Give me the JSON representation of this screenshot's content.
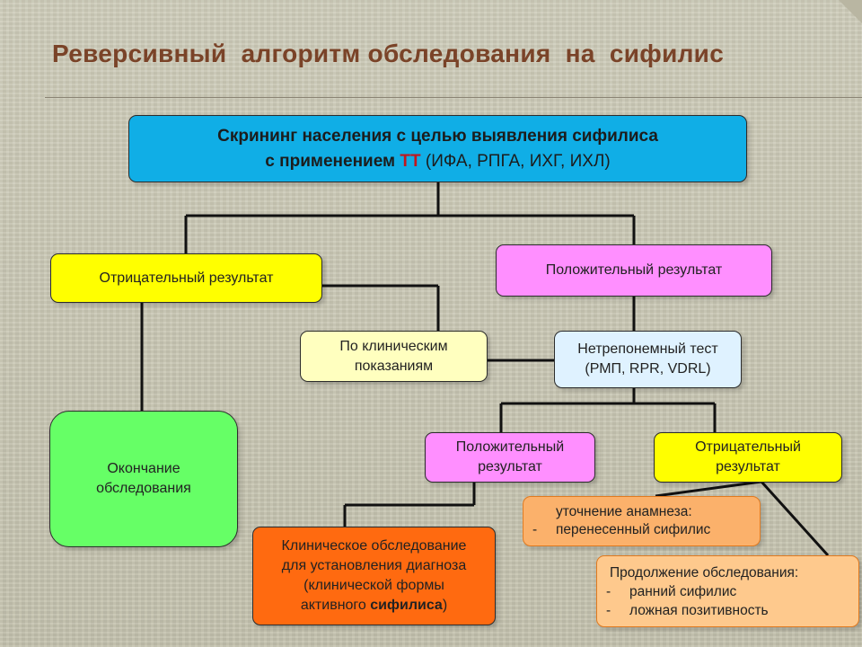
{
  "title": "Реверсивный  алгоритм обследования  на  сифилис",
  "nodes": {
    "screening": {
      "line1": "Скрининг  населения с целью выявления сифилиса",
      "line2_prefix": "с  применением ",
      "line2_tt": "ТТ",
      "line2_suffix": " (ИФА, РПГА, ИХГ, ИХЛ)"
    },
    "negative_result": "Отрицательный результат",
    "positive_result": "Положительный результат",
    "clinical_indications": {
      "line1": "По клиническим",
      "line2": "показаниям"
    },
    "nontreponemal_test": {
      "line1": "Нетрепонемный тест",
      "line2": "(РМП, RPR, VDRL)"
    },
    "end_exam": {
      "line1": "Окончание",
      "line2": "обследования"
    },
    "positive_result_2": {
      "line1": "Положительный",
      "line2": "результат"
    },
    "negative_result_2": {
      "line1": "Отрицательный",
      "line2": "результат"
    },
    "anamnesis": {
      "line1": "уточнение анамнеза:",
      "bullet": "-",
      "item1": "перенесенный сифилис"
    },
    "clinical_exam": {
      "line1": "Клиническое обследование",
      "line2": "для  установления диагноза",
      "line3": "(клинической формы",
      "line4_prefix": "активного ",
      "line4_bold": "сифилиса",
      "line4_suffix": ")"
    },
    "continue_exam": {
      "line1": "Продолжение обследования:",
      "bullet": "-",
      "item1": "ранний сифилис",
      "item2": "ложная позитивность"
    }
  },
  "colors": {
    "title": "#7a4328",
    "screening": "#10aee6",
    "tt_highlight": "#c0171f",
    "negative": "#ffff00",
    "positive": "#ff8fff",
    "clinical_indications": "#ffffbf",
    "nontreponemal": "#dff2ff",
    "end_exam": "#66ff66",
    "anamnesis": "#fbb16b",
    "clinical_exam": "#ff6a10",
    "continue_exam": "#fec98d"
  }
}
